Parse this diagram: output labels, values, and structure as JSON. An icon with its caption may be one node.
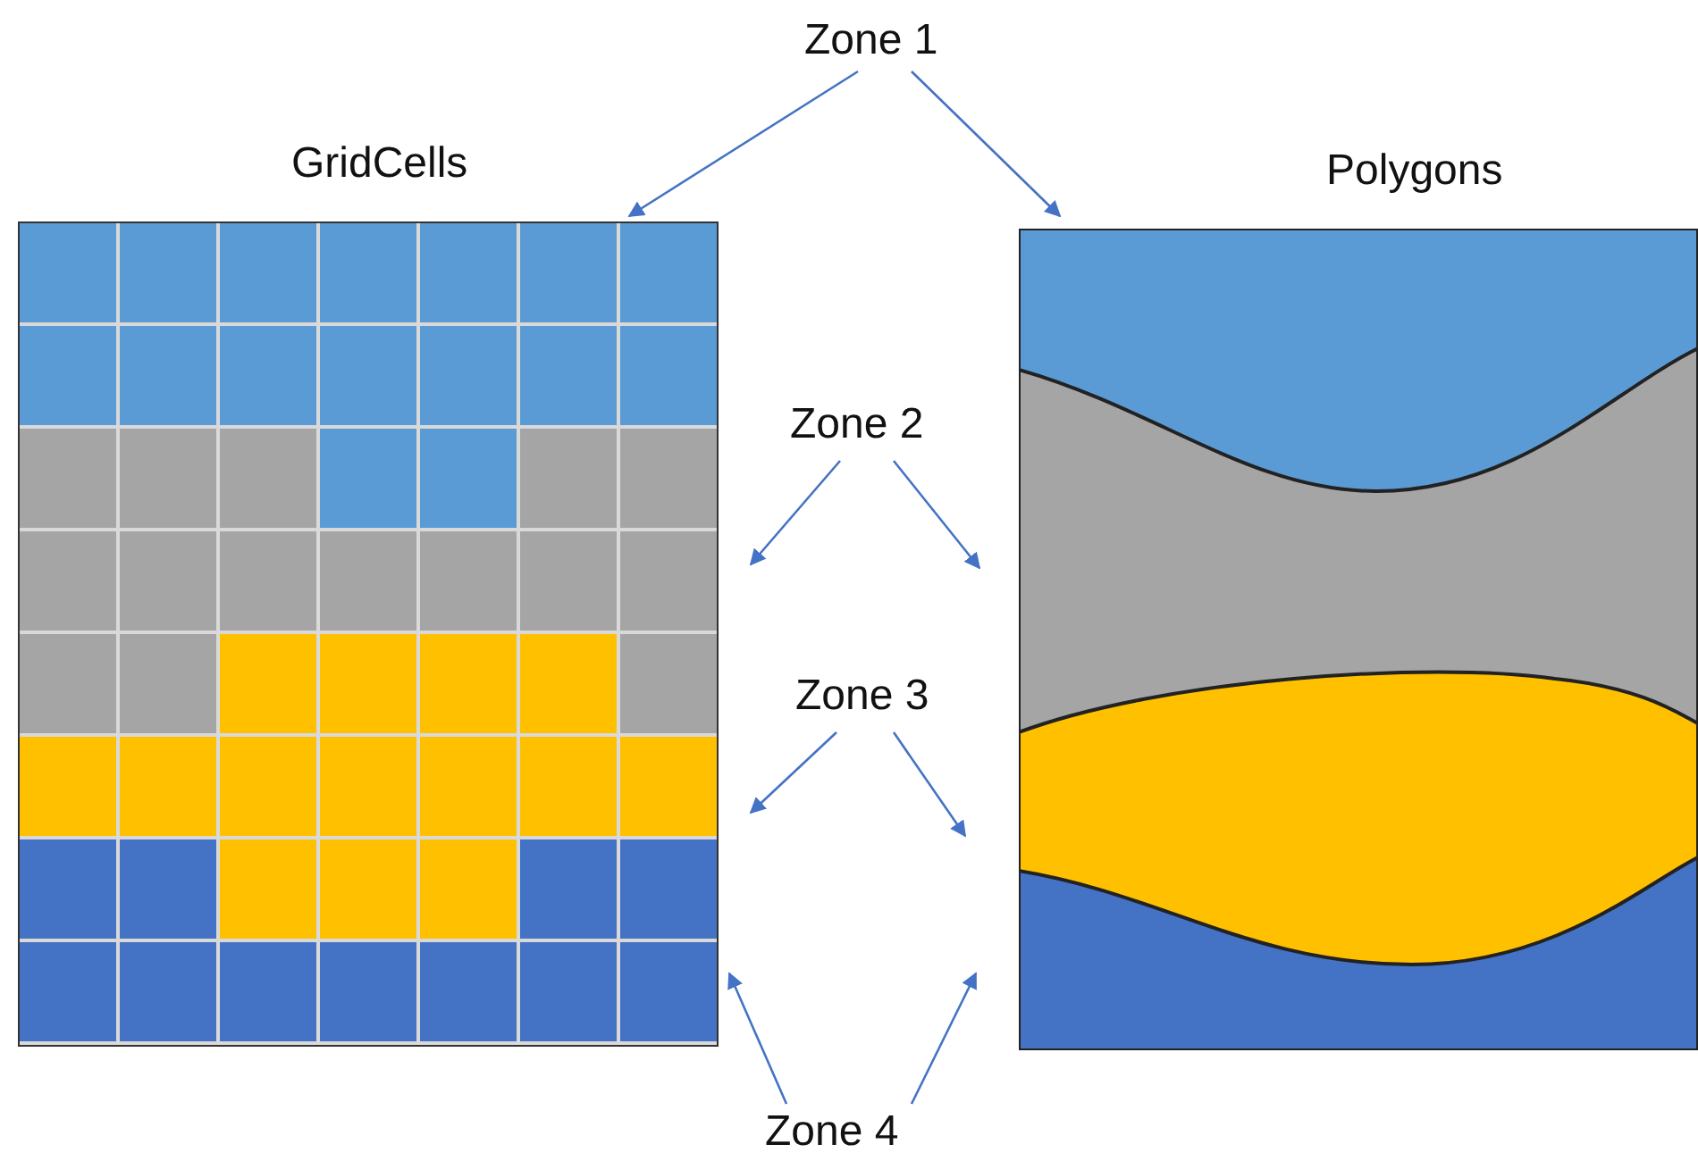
{
  "diagram": {
    "nodes": [
      {
        "text": [
          "GridCells"
        ]
      },
      {
        "text": [
          "Polygons"
        ]
      },
      {
        "text": [
          "Zone 1"
        ]
      },
      {
        "text": [
          "Zone 2"
        ]
      },
      {
        "text": [
          "Zone 3"
        ]
      },
      {
        "text": [
          "Zone 4"
        ]
      }
    ],
    "edges": [
      {
        "from": 2,
        "to": 0,
        "arrow": "to"
      },
      {
        "from": 2,
        "to": 1,
        "arrow": "to"
      },
      {
        "from": 3,
        "to": 0,
        "arrow": "to"
      },
      {
        "from": 3,
        "to": 1,
        "arrow": "to"
      },
      {
        "from": 4,
        "to": 0,
        "arrow": "to"
      },
      {
        "from": 4,
        "to": 1,
        "arrow": "to"
      },
      {
        "from": 5,
        "to": 0,
        "arrow": "to"
      },
      {
        "from": 5,
        "to": 1,
        "arrow": "to"
      }
    ]
  }
}
